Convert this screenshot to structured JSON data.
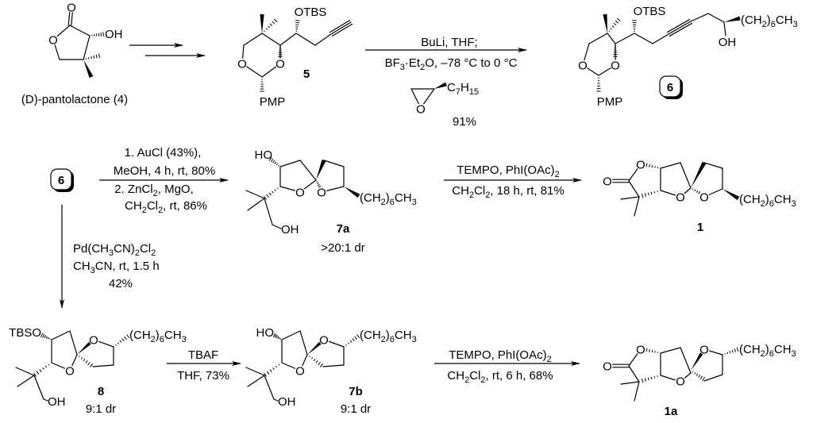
{
  "atoms": {
    "O": "O",
    "OH": "OH",
    "HO": "HO"
  },
  "chain": {
    "p1": "(CH",
    "s1": "2",
    "p2": ")",
    "s2": "6",
    "p3": "CH",
    "s3": "3"
  },
  "compounds": {
    "c4": {
      "name": "(D)-pantolactone (",
      "number": "4",
      "close": ")"
    },
    "c5": {
      "number": "5",
      "otbs": "OTBS",
      "pmp": "PMP"
    },
    "c6": {
      "number": "6",
      "otbs": "OTBS",
      "pmp": "PMP"
    },
    "c7a": {
      "number": "7a",
      "dr": ">20:1 dr"
    },
    "c1": {
      "number": "1"
    },
    "c8": {
      "number": "8",
      "tbso": "TBSO",
      "dr": "9:1 dr"
    },
    "c7b": {
      "number": "7b",
      "dr": "9:1 dr"
    },
    "c1a": {
      "number": "1a"
    }
  },
  "steps": {
    "epoxide_opening": {
      "above": "BuLi, THF;",
      "below": [
        "BF",
        "3",
        "·Et",
        "2",
        "O, –78 °C to 0 °C"
      ],
      "reagent": [
        "C",
        "7",
        "H",
        "15"
      ],
      "yield": "91%"
    },
    "gold_spiroketalization": {
      "line1": "1. AuCl (43%),",
      "line2": "MeOH, 4 h, rt, 80%",
      "line3": [
        "2. ZnCl",
        "2",
        ", MgO,"
      ],
      "line4": [
        "CH",
        "2",
        "Cl",
        "2",
        ", rt, 86%"
      ]
    },
    "oxidation_1": {
      "above": [
        "TEMPO, PhI(OAc)",
        "2"
      ],
      "below": [
        "CH",
        "2",
        "Cl",
        "2",
        ", 18 h, rt, 81%"
      ]
    },
    "palladium_cyclization": {
      "line1": [
        "Pd(CH",
        "3",
        "CN)",
        "2",
        "Cl",
        "2"
      ],
      "line2": [
        "CH",
        "3",
        "CN, rt, 1.5 h"
      ],
      "yield": "42%"
    },
    "deprotection": {
      "above": "TBAF",
      "below": "THF, 73%"
    },
    "oxidation_2": {
      "above": [
        "TEMPO, PhI(OAc)",
        "2"
      ],
      "below": [
        "CH",
        "2",
        "Cl",
        "2",
        ", rt, 6 h, 68%"
      ]
    }
  }
}
